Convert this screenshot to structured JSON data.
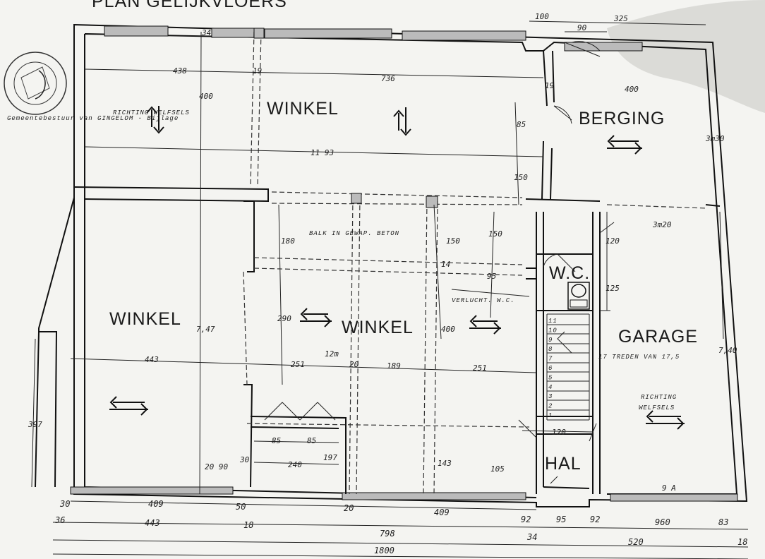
{
  "header": {
    "title": "PLAN GELIJKVLOERS"
  },
  "stamp": {
    "text": "Gemeentebestuur van GINGELOM - Bijlage"
  },
  "rooms": {
    "winkel_top": "WINKEL",
    "berging": "BERGING",
    "winkel_left": "WINKEL",
    "winkel_mid": "WINKEL",
    "wc": "W.C.",
    "garage": "GARAGE",
    "hal": "HAL"
  },
  "notes": {
    "richting_top": "RICHTING WELFSELS",
    "balk": "BALK IN GEWAP. BETON",
    "verlucht": "VERLUCHT. W.C.",
    "treden": "17 TREDEN VAN 17,5",
    "richting_garage_1": "RICHTING",
    "richting_garage_2": "WELFSELS"
  },
  "dims": {
    "d_top_100": "100",
    "d_top_325": "325",
    "d_top_90": "90",
    "d_34": "34",
    "d_438": "438",
    "d_19a": "19",
    "d_736": "736",
    "d_19b": "19",
    "d_400a": "400",
    "d_400b": "400",
    "d_85": "85",
    "d_1193": "11 93",
    "d_150a": "150",
    "d_3m30": "3m30",
    "d_3m20": "3m20",
    "d_180": "180",
    "d_150b": "150",
    "d_150c": "150",
    "d_14": "14",
    "d_120a": "120",
    "d_125": "125",
    "d_95": "95",
    "d_290": "290",
    "d_400c": "400",
    "d_747": "7,47",
    "d_443a": "443",
    "d_12m": "12m",
    "d_251a": "251",
    "d_20": "20",
    "d_189": "189",
    "d_251b": "251",
    "d_740": "7,40",
    "d_397": "397",
    "d_85a": "85",
    "d_85b": "85",
    "d_240": "240",
    "d_197": "197",
    "d_143": "143",
    "d_105": "105",
    "d_120b": "120",
    "d_30": "30",
    "d_20_90": "20 90",
    "d_9a": "9 A",
    "b_30": "30",
    "b_409a": "409",
    "b_50": "50",
    "b_20": "20",
    "b_409b": "409",
    "b_92a": "92",
    "b_95": "95",
    "b_92b": "92",
    "b_960": "960",
    "b_83": "83",
    "b_36": "36",
    "b_443": "443",
    "b_18a": "18",
    "b_798": "798",
    "b_34": "34",
    "b_520": "520",
    "b_18b": "18",
    "b_1800": "1800"
  },
  "stair_steps": [
    "11",
    "10",
    "9",
    "8",
    "7",
    "6",
    "5",
    "4",
    "3",
    "2",
    "1"
  ]
}
